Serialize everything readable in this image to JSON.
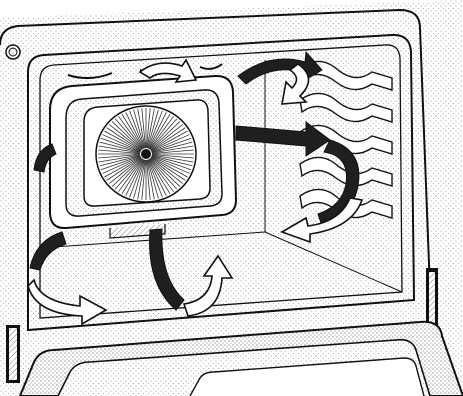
{
  "colors": {
    "line": "#111111",
    "stipple": "#8a8a8a",
    "arrow_dark": "#1f1f1f",
    "arrow_light": "#ffffff"
  },
  "elements": {
    "oven_interior": "oven-interior",
    "fan_cover": "convection-fan-cover",
    "fan": "convection-fan",
    "rack_guides": "rack-guides",
    "oven_light": "oven-light",
    "door": "oven-door",
    "airflow": "airflow-arrows"
  }
}
